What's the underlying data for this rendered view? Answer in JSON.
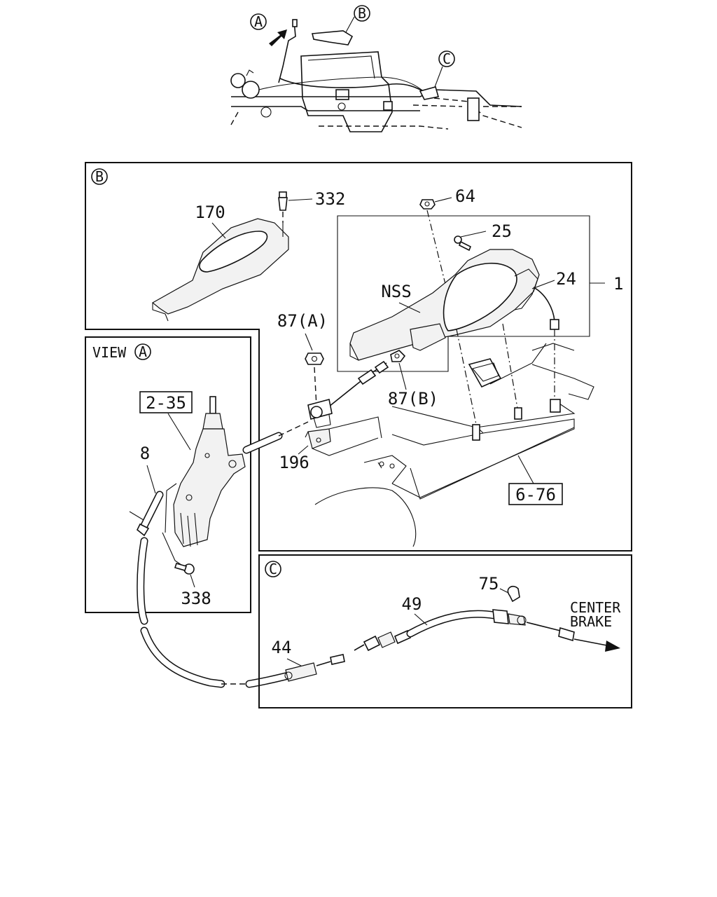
{
  "markers": {
    "a": "A",
    "b": "B",
    "c": "C"
  },
  "section_b": {
    "labels": {
      "p332": "332",
      "p64": "64",
      "p170": "170",
      "p25": "25",
      "p24": "24",
      "p1": "1",
      "nss": "NSS",
      "p87a": "87(A)",
      "p87b": "87(B)",
      "p196": "196",
      "p676": "6-76"
    }
  },
  "view_a": {
    "title": "VIEW",
    "labels": {
      "p235": "2-35",
      "p8": "8",
      "p338": "338"
    }
  },
  "section_c": {
    "labels": {
      "p75": "75",
      "p49": "49",
      "p44": "44",
      "center": "CENTER",
      "brake": "BRAKE"
    }
  }
}
